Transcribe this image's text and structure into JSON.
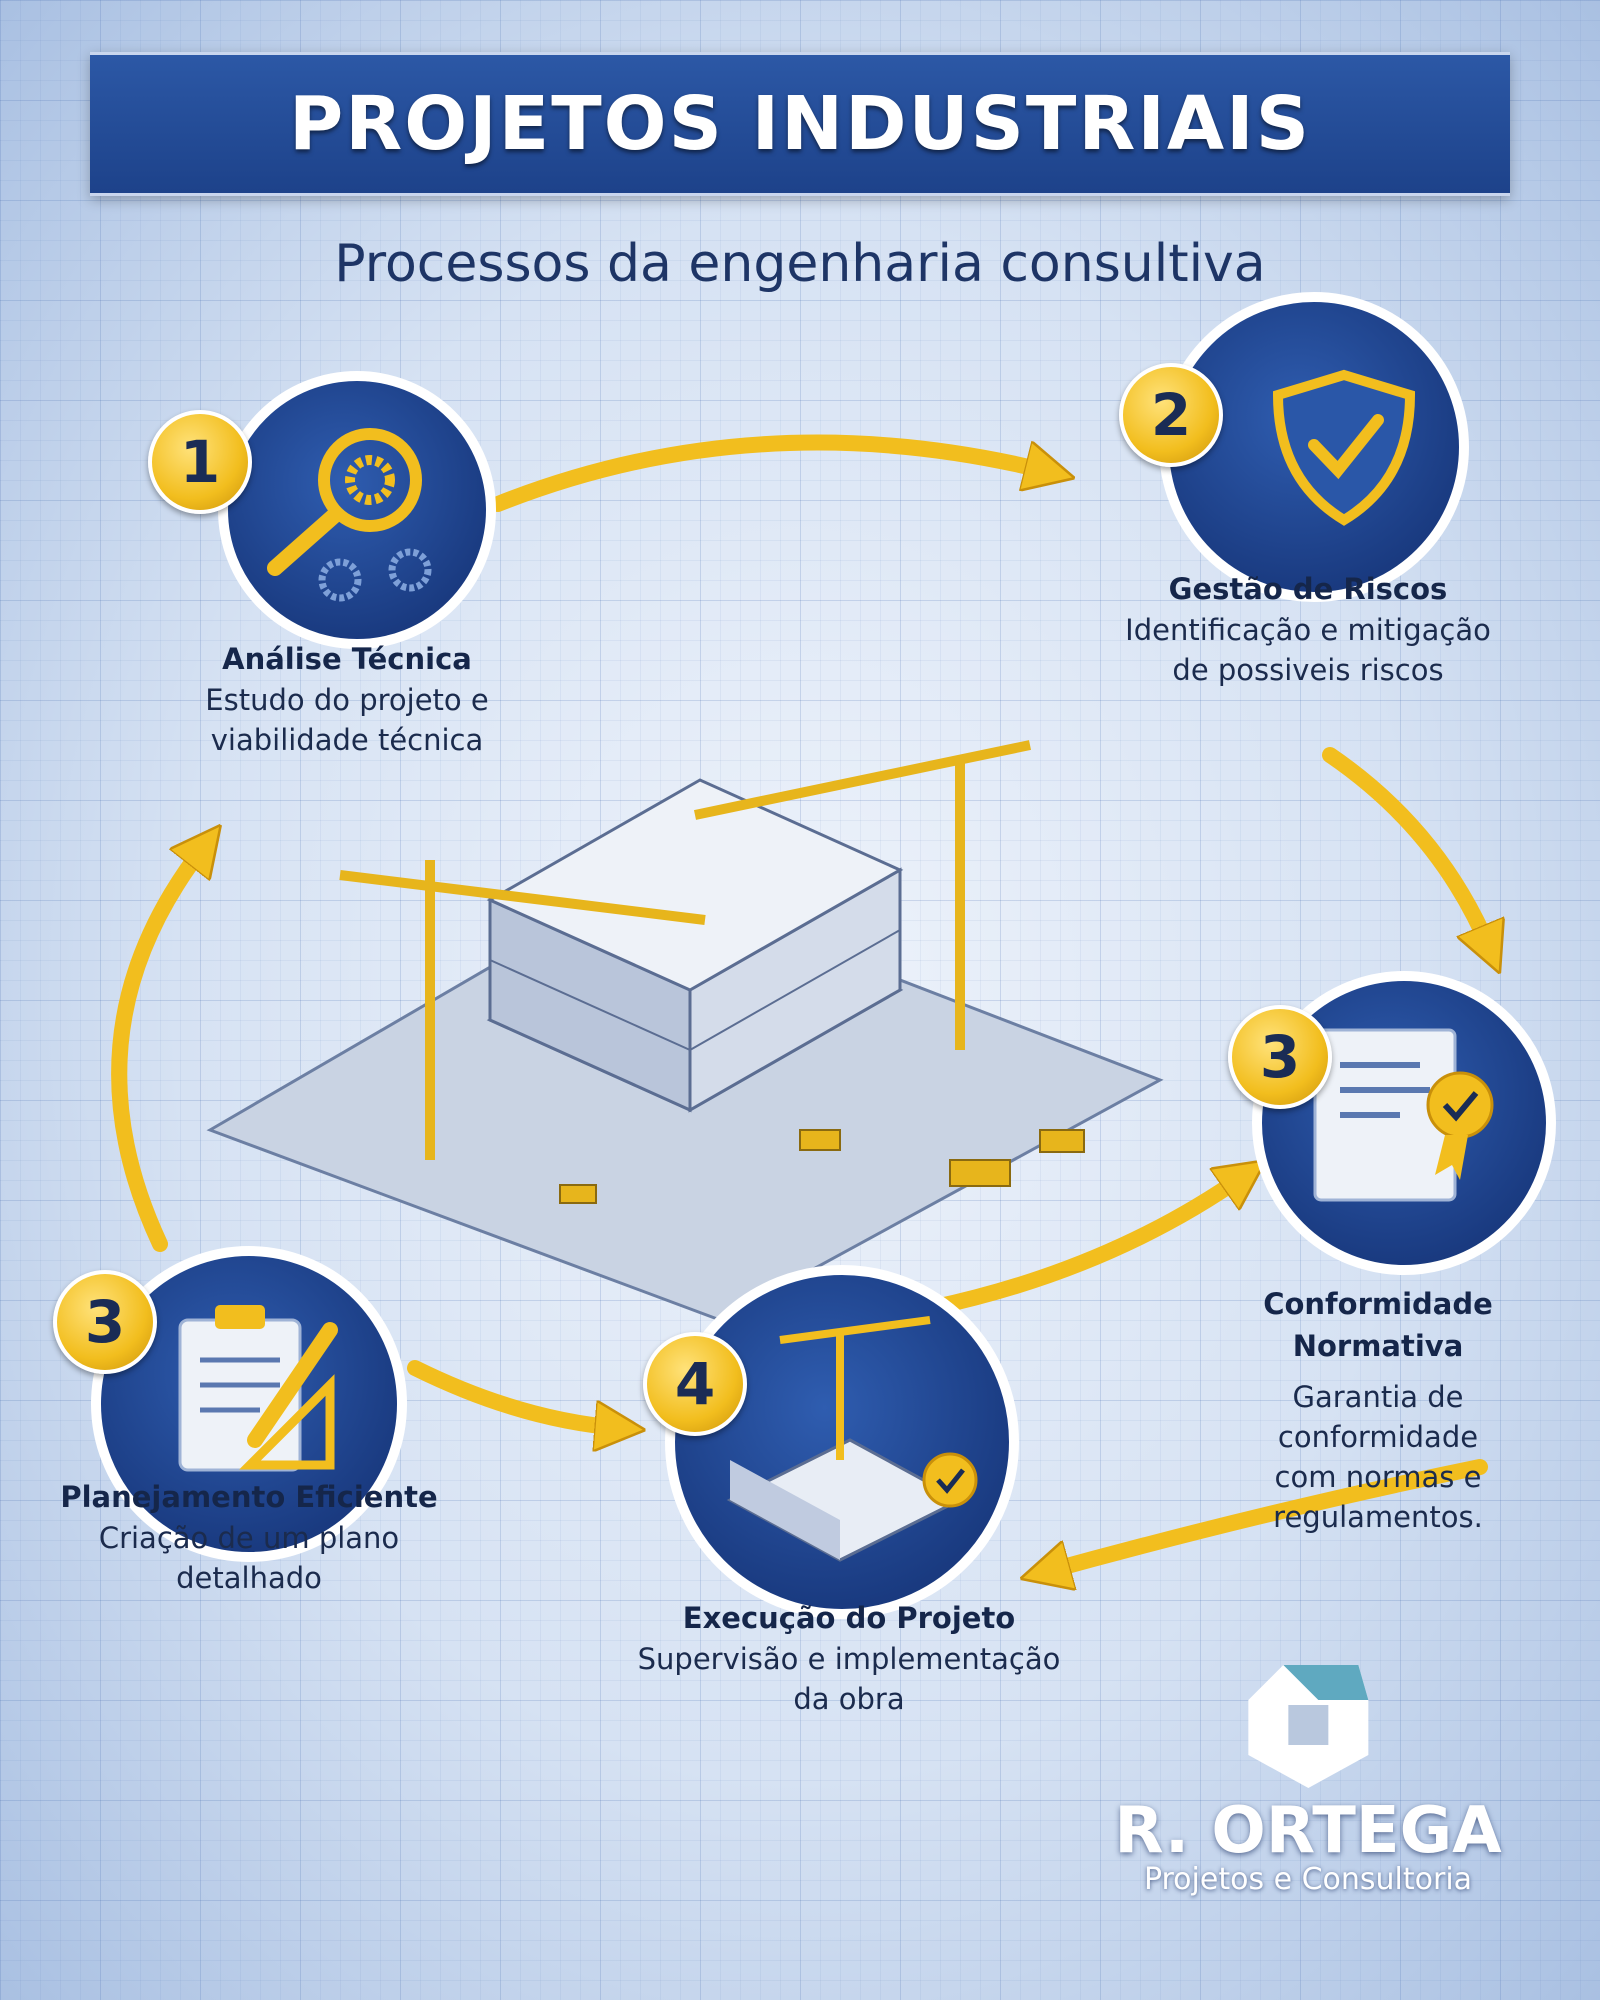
{
  "header": {
    "title": "PROJETOS INDUSTRIAIS",
    "subtitle": "Processos da engenharia consultiva"
  },
  "steps": [
    {
      "badge": "1",
      "icon": "magnifier-gear-icon",
      "title": "Análise Técnica",
      "lines": [
        "Estudo do projeto e",
        "viabilidade técnica"
      ]
    },
    {
      "badge": "2",
      "icon": "shield-check-icon",
      "title": "Gestão de Riscos",
      "lines": [
        "Identificação e mitigação",
        "de possiveis riscos"
      ]
    },
    {
      "badge": "3",
      "icon": "certificate-icon",
      "title": "Conformidade",
      "title2": "Normativa",
      "lines": [
        "Garantia de",
        "conformidade",
        "com normas e",
        "regulamentos."
      ]
    },
    {
      "badge": "3",
      "icon": "clipboard-pencil-icon",
      "title": "Planejamento Eficiente",
      "lines": [
        "Criação de um plano",
        "detalhado"
      ]
    },
    {
      "badge": "4",
      "icon": "construction-crane-icon",
      "title": "Execução do Projeto",
      "lines": [
        "Supervisão e implementação",
        "da obra"
      ]
    }
  ],
  "logo": {
    "name": "R. ORTEGA",
    "tagline": "Projetos e Consultoria"
  },
  "colors": {
    "navy": "#1d428a",
    "yellow": "#f2be1e",
    "text": "#1b2b4d"
  }
}
